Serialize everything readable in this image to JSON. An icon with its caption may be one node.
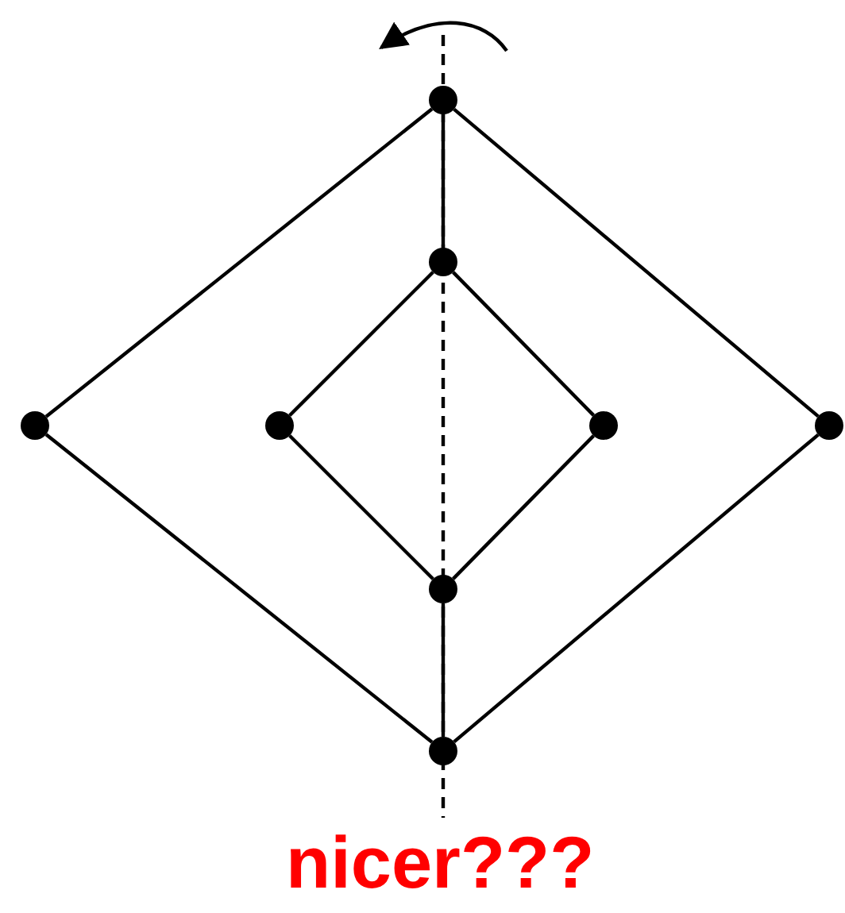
{
  "diagram": {
    "nodes": [
      {
        "text": [],
        "shape": "circle"
      },
      {
        "text": [],
        "shape": "circle"
      },
      {
        "text": [],
        "shape": "circle"
      },
      {
        "text": [],
        "shape": "circle"
      },
      {
        "text": [],
        "shape": "circle"
      },
      {
        "text": [],
        "shape": "circle"
      },
      {
        "text": [],
        "shape": "circle"
      },
      {
        "text": [],
        "shape": "circle"
      }
    ],
    "edges": [
      {
        "from": 0,
        "to": 2,
        "arrow": "none"
      },
      {
        "from": 0,
        "to": 1,
        "arrow": "none"
      },
      {
        "from": 0,
        "to": 5,
        "arrow": "none"
      },
      {
        "from": 1,
        "to": 3,
        "arrow": "none"
      },
      {
        "from": 1,
        "to": 4,
        "arrow": "none"
      },
      {
        "from": 3,
        "to": 6,
        "arrow": "none"
      },
      {
        "from": 4,
        "to": 6,
        "arrow": "none"
      },
      {
        "from": 2,
        "to": 7,
        "arrow": "none"
      },
      {
        "from": 6,
        "to": 7,
        "arrow": "none"
      },
      {
        "from": 5,
        "to": 7,
        "arrow": "none"
      }
    ],
    "labels": [
      "nicer???"
    ]
  }
}
